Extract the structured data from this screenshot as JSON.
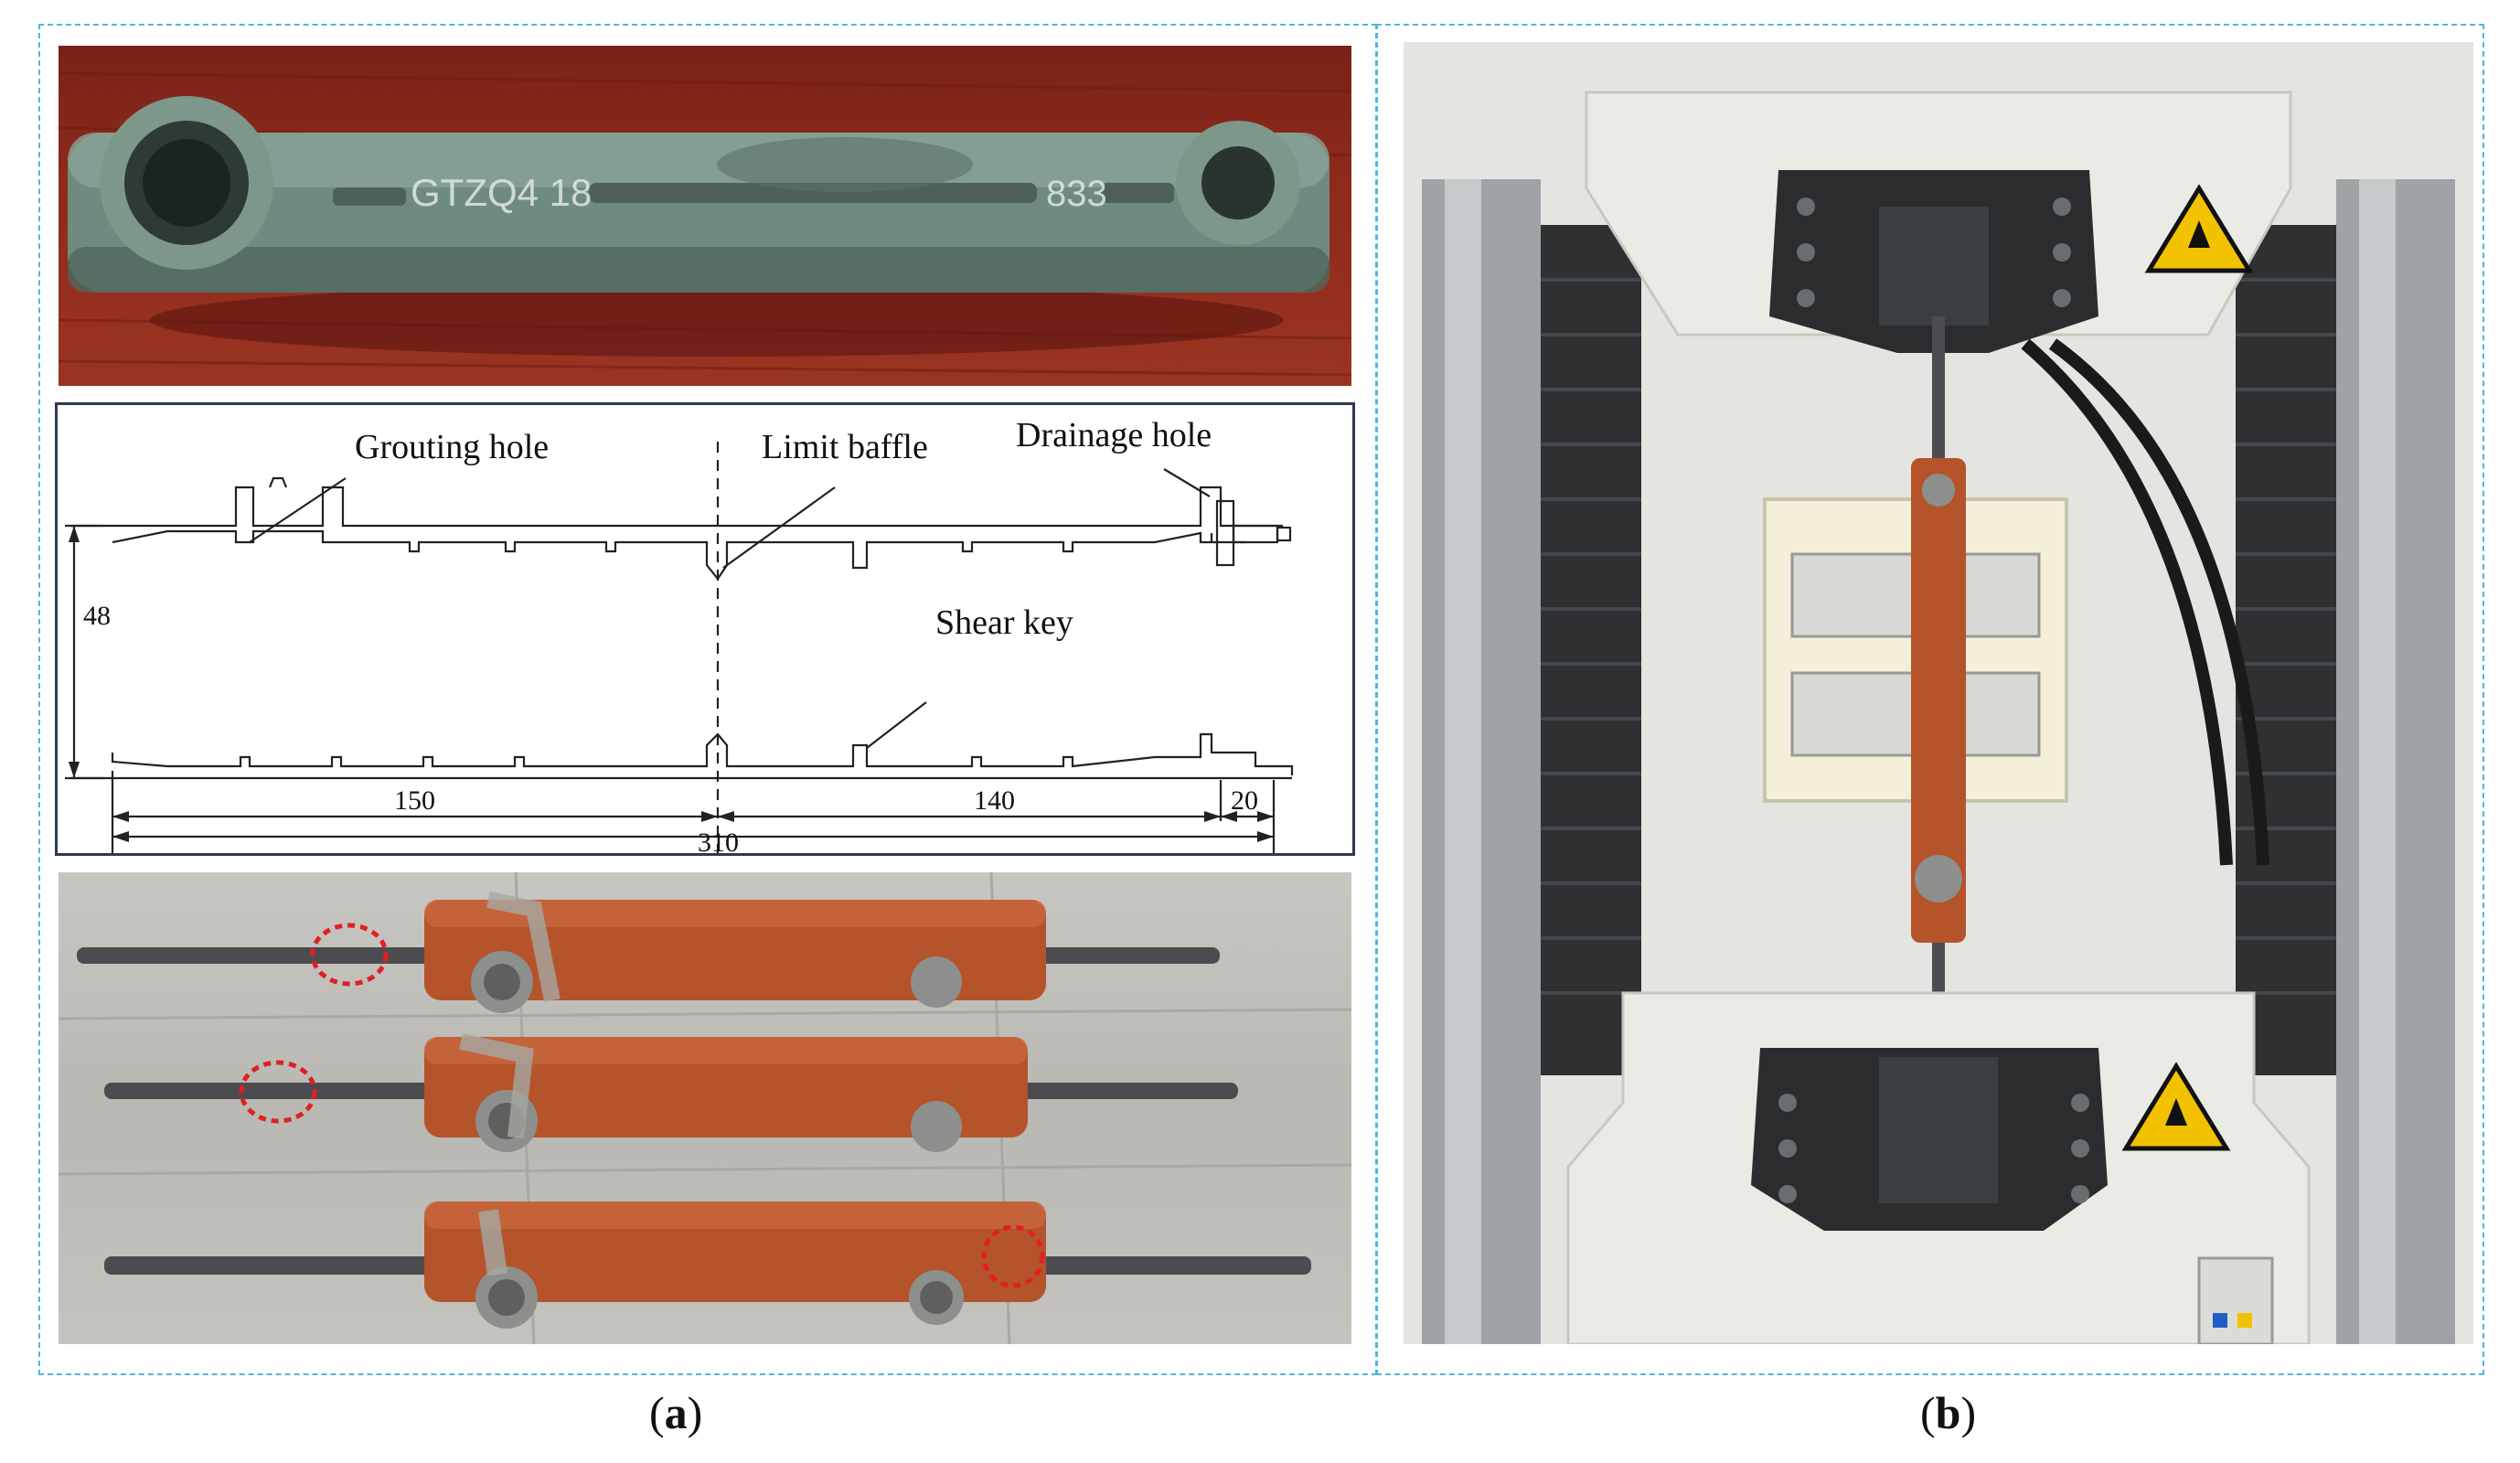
{
  "panels": {
    "a": {
      "caption_open": "(",
      "caption_letter": "a",
      "caption_close": ")",
      "coupler_marking": "GTZQ4  18",
      "coupler_marking_right": "833",
      "drawing": {
        "labels": {
          "grouting_hole": "Grouting hole",
          "limit_baffle": "Limit baffle",
          "drainage_hole": "Drainage hole",
          "shear_key": "Shear key"
        },
        "dimensions": {
          "height": "48",
          "left_length": "150",
          "right_length": "140",
          "end_length": "20",
          "total_length": "310"
        }
      }
    },
    "b": {
      "caption_open": "(",
      "caption_letter": "b",
      "caption_close": ")"
    }
  },
  "colors": {
    "frame_border": "#4fb6e0",
    "drawing_border": "#2b3a55",
    "failure_marker": "#e02020",
    "coupler_rust": "#b5532b",
    "coupler_gray": "#6f8b80",
    "warning_yellow": "#f2c200"
  },
  "icons": {
    "warning": "hand-crush-warning-icon"
  }
}
